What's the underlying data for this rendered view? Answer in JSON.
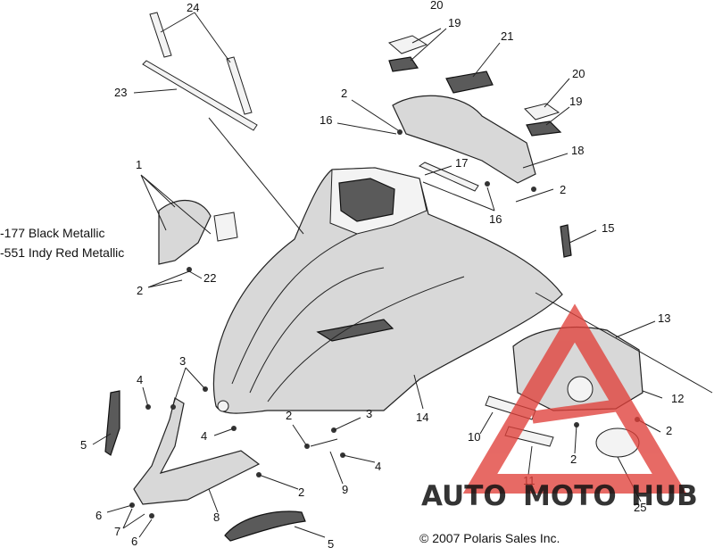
{
  "diagram": {
    "color_notes": [
      "-177 Black Metallic",
      "-551 Indy Red Metallic"
    ],
    "callouts": {
      "c24": "24",
      "c23": "23",
      "c20a": "20",
      "c19a": "19",
      "c21": "21",
      "c20b": "20",
      "c19b": "19",
      "c2a": "2",
      "c16a": "16",
      "c18": "18",
      "c17": "17",
      "c2b": "2",
      "c16b": "16",
      "c1": "1",
      "c15": "15",
      "c2c": "2",
      "c22": "22",
      "c13": "13",
      "c3a": "3",
      "c4a": "4",
      "c12": "12",
      "c14": "14",
      "c2d": "2",
      "c3b": "3",
      "c5a": "5",
      "c4b": "4",
      "c10": "10",
      "c2e": "2",
      "c2f": "2",
      "c4c": "4",
      "c9": "9",
      "c2g": "2",
      "c11": "11",
      "c6a": "6",
      "c8": "8",
      "c25": "25",
      "c7": "7",
      "c6b": "6",
      "c5b": "5"
    },
    "copyright": "© 2007 Polaris Sales Inc.",
    "watermark_text": "AUTOMOTOHUB",
    "colors": {
      "watermark_red": "#e0403a",
      "watermark_orange": "#f2b233",
      "line": "#222222"
    }
  }
}
